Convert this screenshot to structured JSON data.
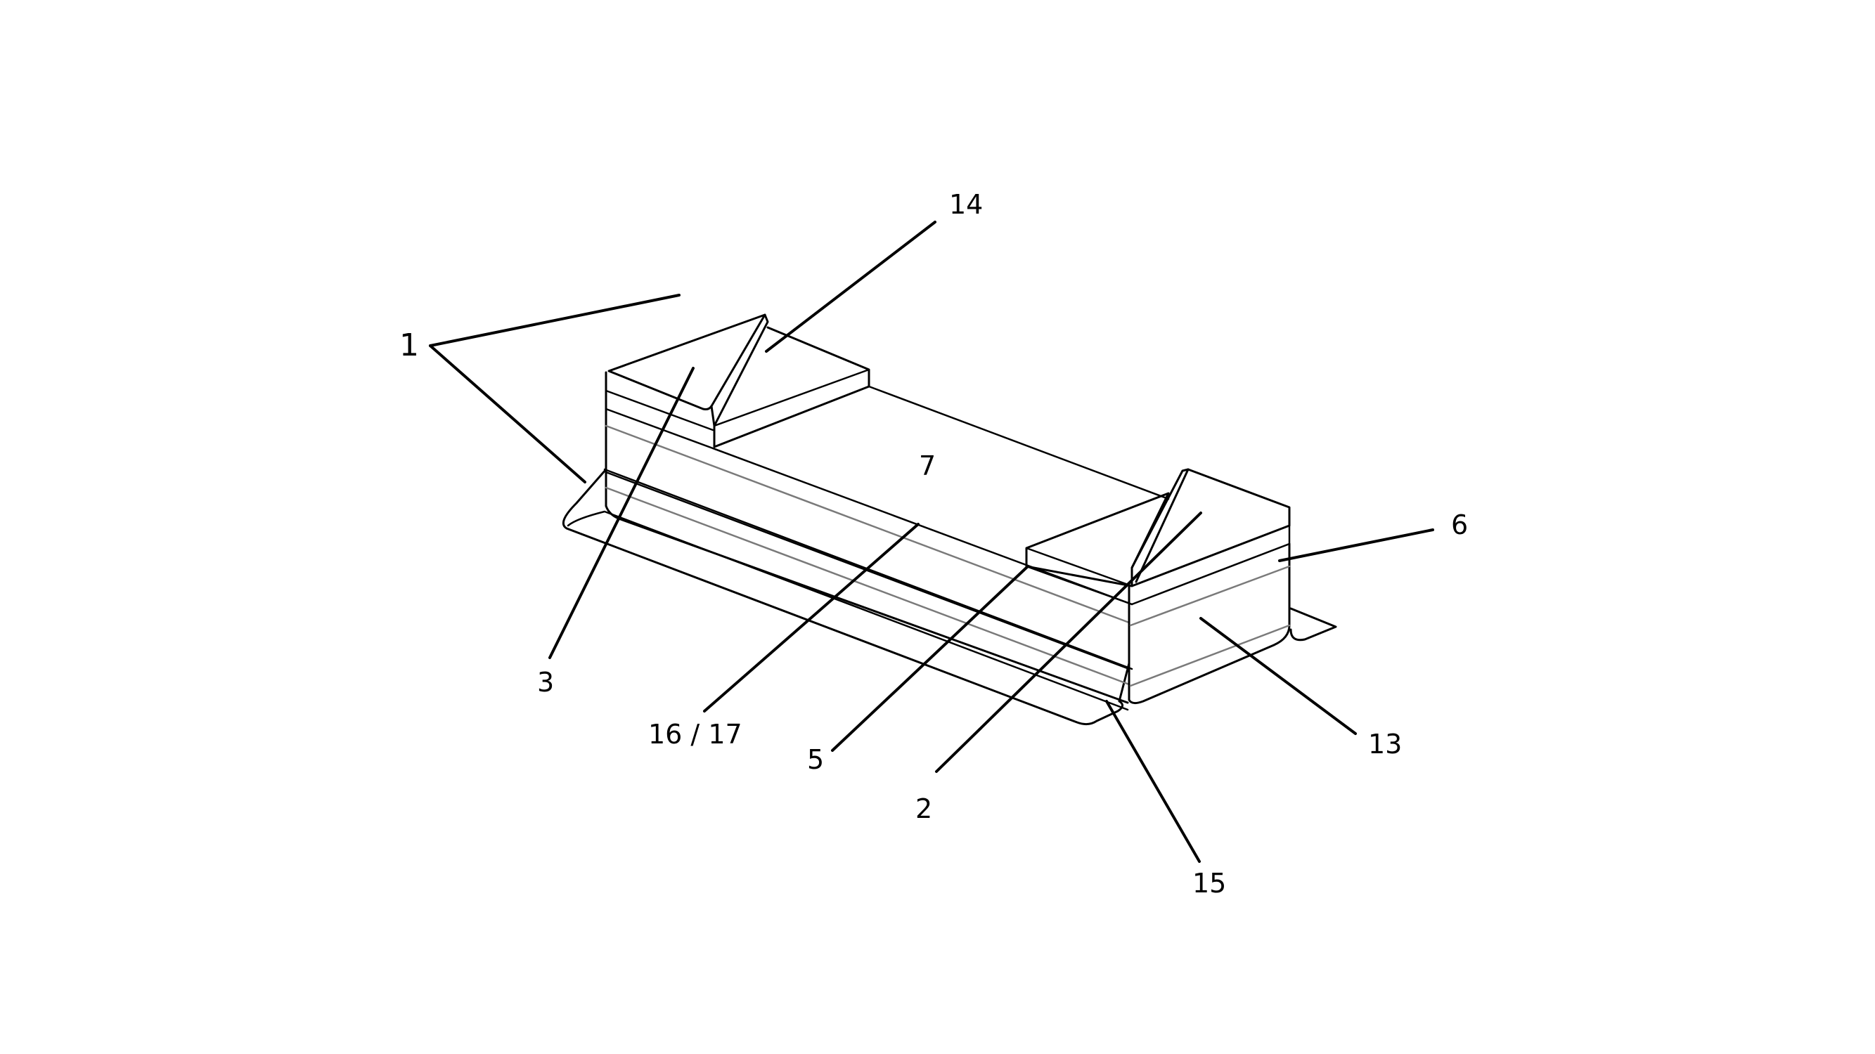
{
  "labels": {
    "l1": "1",
    "l2": "2",
    "l3": "3",
    "l5": "5",
    "l6": "6",
    "l7": "7",
    "l13": "13",
    "l14": "14",
    "l15": "15",
    "l16_17": "16 / 17"
  },
  "colors": {
    "stroke": "#000000",
    "hidden_line": "#7a7a7a",
    "background": "#ffffff"
  }
}
